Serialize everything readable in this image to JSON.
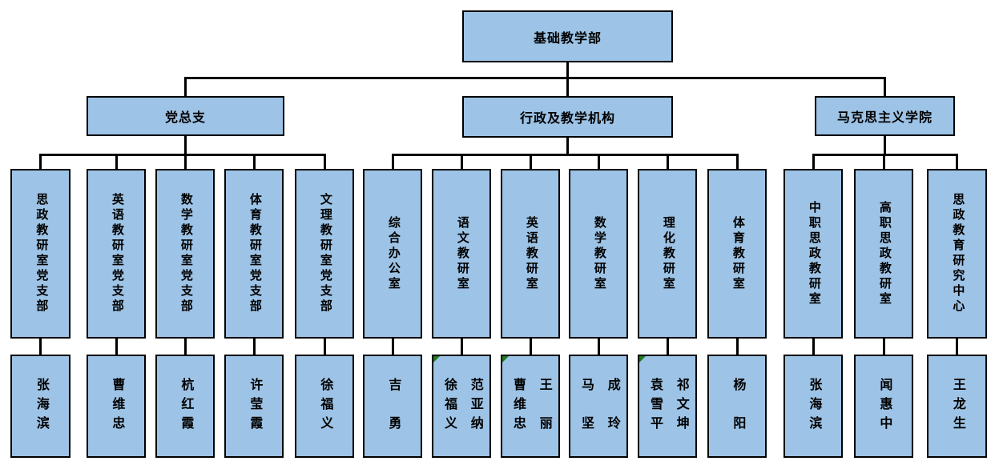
{
  "root": {
    "label": "基础教学部"
  },
  "colors": {
    "box_fill": "#9dc3e6",
    "box_border": "#000000",
    "connector": "#000000",
    "comment_flag": "#1e7a1e"
  },
  "groups": [
    {
      "label": "党总支",
      "branches": [
        {
          "label": "思政教研室党支部",
          "names": [
            "张海滨"
          ],
          "comment_flag": false
        },
        {
          "label": "英语教研室党支部",
          "names": [
            "曹维忠"
          ],
          "comment_flag": false
        },
        {
          "label": "数学教研室党支部",
          "names": [
            "杭红霞"
          ],
          "comment_flag": false
        },
        {
          "label": "体育教研室党支部",
          "names": [
            "许莹霞"
          ],
          "comment_flag": false
        },
        {
          "label": "文理教研室党支部",
          "names": [
            "徐福义"
          ],
          "comment_flag": false
        }
      ]
    },
    {
      "label": "行政及教学机构",
      "branches": [
        {
          "label": "综合办公室",
          "names": [
            "吉勇"
          ],
          "comment_flag": false
        },
        {
          "label": "语文教研室",
          "names": [
            "徐福义",
            "范亚纳"
          ],
          "comment_flag": true
        },
        {
          "label": "英语教研室",
          "names": [
            "曹维忠",
            "王丽"
          ],
          "comment_flag": true
        },
        {
          "label": "数学教研室",
          "names": [
            "马坚",
            "成玲"
          ],
          "comment_flag": false
        },
        {
          "label": "理化教研室",
          "names": [
            "袁雪平",
            "祁文坤"
          ],
          "comment_flag": true
        },
        {
          "label": "体育教研室",
          "names": [
            "杨阳"
          ],
          "comment_flag": false
        }
      ]
    },
    {
      "label": "马克思主义学院",
      "branches": [
        {
          "label": "中职思政教研室",
          "names": [
            "张海滨"
          ],
          "comment_flag": false
        },
        {
          "label": "高职思政教研室",
          "names": [
            "闻惠中"
          ],
          "comment_flag": false
        },
        {
          "label": "思政教育研究中心",
          "names": [
            "王龙生"
          ],
          "comment_flag": false
        }
      ]
    }
  ]
}
